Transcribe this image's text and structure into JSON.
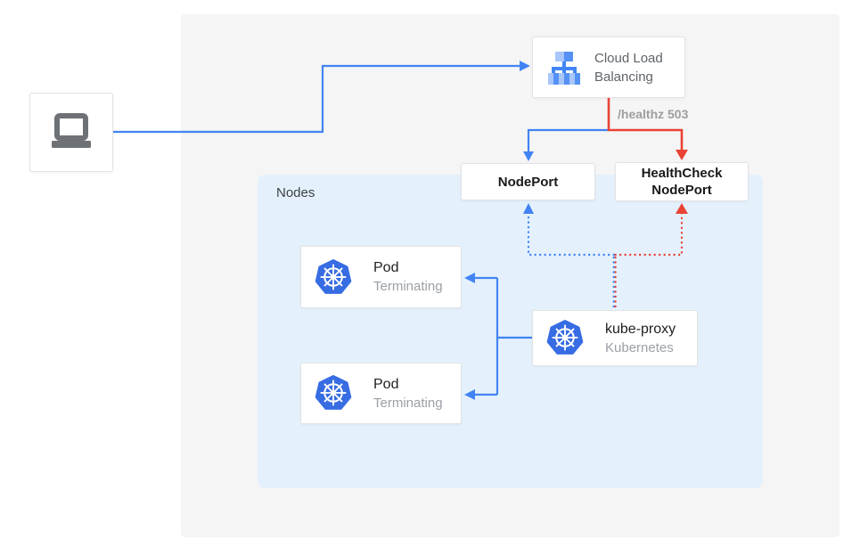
{
  "palette": {
    "blue": "#4284f3",
    "red": "#e94335",
    "outer_panel_gray": "#f5f5f6",
    "nodes_panel_blue": "#e4f1fd",
    "kubernetes_blue": "#376ce3",
    "lb_icon_blue": "#5491f5",
    "lb_icon_light_blue": "#a8c6fa",
    "laptop_gray": "#6e7276"
  },
  "nodes_panel": {
    "label": "Nodes"
  },
  "load_balancer": {
    "line1": "Cloud Load",
    "line2": "Balancing"
  },
  "health_check_label": "/healthz 503",
  "node_port": {
    "label": "NodePort"
  },
  "health_check_node_port": {
    "line1": "HealthCheck",
    "line2": "NodePort"
  },
  "kube_proxy": {
    "title": "kube-proxy",
    "subtitle": "Kubernetes"
  },
  "pods": [
    {
      "title": "Pod",
      "status": "Terminating"
    },
    {
      "title": "Pod",
      "status": "Terminating"
    }
  ]
}
